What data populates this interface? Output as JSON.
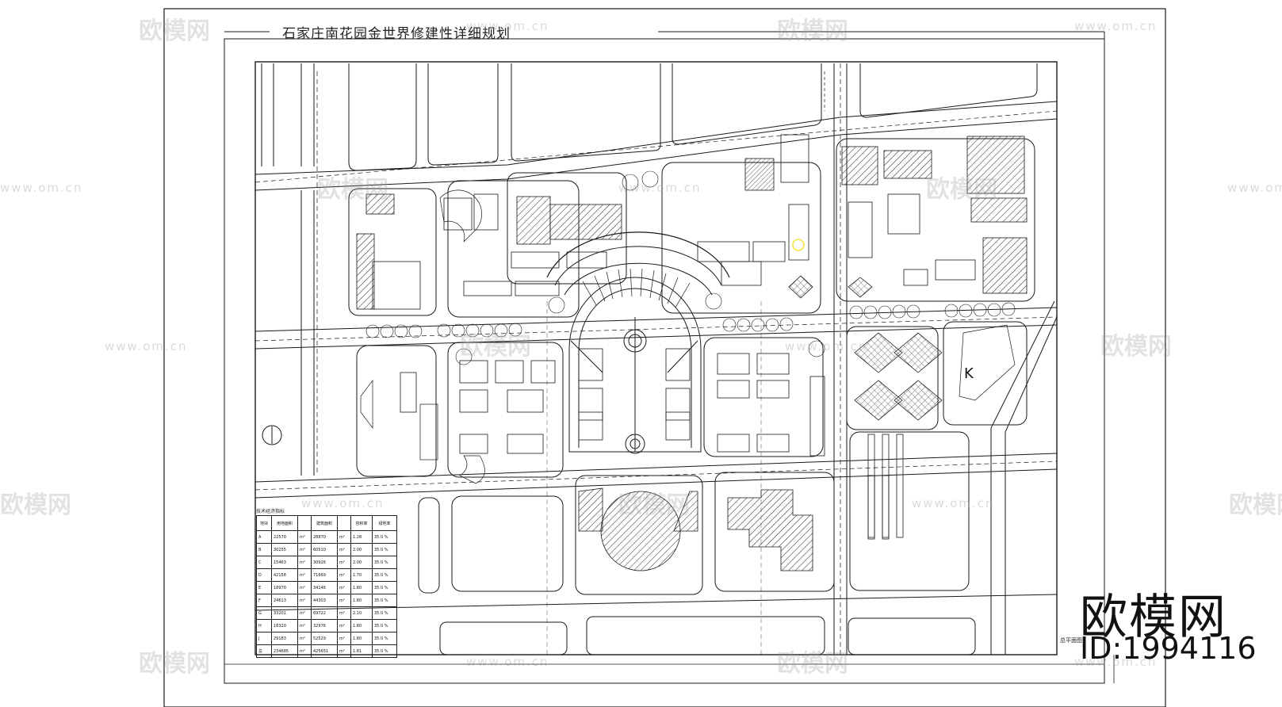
{
  "title": "石家庄南花园金世界修建性详细规划",
  "brand": {
    "name": "欧模网",
    "id": "ID:1994116"
  },
  "watermarks": {
    "logo_text": "欧模网",
    "url_text": "www.om.cn"
  },
  "plan": {
    "block_letter": "K",
    "sheet_label": "总平面图",
    "table_caption": "技术经济指标",
    "table": {
      "headers": [
        "地块",
        "用地面积",
        "",
        "建筑面积",
        "",
        "容积率",
        "绿地率"
      ],
      "rows": [
        [
          "A",
          "22570",
          "m²",
          "28870",
          "m²",
          "1.28",
          "35.0 %"
        ],
        [
          "B",
          "30255",
          "m²",
          "60510",
          "m²",
          "2.00",
          "35.0 %"
        ],
        [
          "C",
          "15463",
          "m²",
          "30926",
          "m²",
          "2.00",
          "35.0 %"
        ],
        [
          "D",
          "42158",
          "m²",
          "71669",
          "m²",
          "1.70",
          "35.0 %"
        ],
        [
          "E",
          "18970",
          "m²",
          "34146",
          "m²",
          "1.80",
          "35.0 %"
        ],
        [
          "F",
          "24613",
          "m²",
          "44303",
          "m²",
          "1.80",
          "35.0 %"
        ],
        [
          "G",
          "33201",
          "m²",
          "69722",
          "m²",
          "2.10",
          "35.0 %"
        ],
        [
          "H",
          "18320",
          "m²",
          "32976",
          "m²",
          "1.80",
          "35.0 %"
        ],
        [
          "J",
          "29183",
          "m²",
          "52529",
          "m²",
          "1.80",
          "35.0 %"
        ],
        [
          "总",
          "234685",
          "m²",
          "425651",
          "m²",
          "1.81",
          "35.0 %"
        ]
      ]
    }
  },
  "colors": {
    "line": "#1a1a1a",
    "paper": "#ffffff",
    "watermark": "#9a9a9a",
    "accent_circle": "#f2e23a"
  }
}
